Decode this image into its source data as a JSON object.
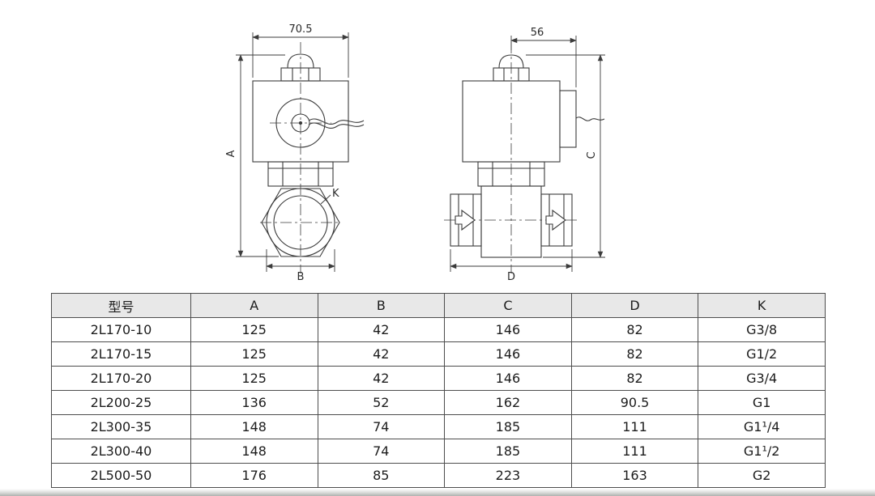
{
  "drawing": {
    "front": {
      "top_dim": "70.5",
      "height_dim": "A",
      "width_dim": "B",
      "thread_dim": "K"
    },
    "side": {
      "top_dim": "56",
      "height_dim": "C",
      "width_dim": "D"
    }
  },
  "table": {
    "headers": [
      "型号",
      "A",
      "B",
      "C",
      "D",
      "K"
    ],
    "rows": [
      [
        "2L170-10",
        "125",
        "42",
        "146",
        "82",
        "G3/8"
      ],
      [
        "2L170-15",
        "125",
        "42",
        "146",
        "82",
        "G1/2"
      ],
      [
        "2L170-20",
        "125",
        "42",
        "146",
        "82",
        "G3/4"
      ],
      [
        "2L200-25",
        "136",
        "52",
        "162",
        "90.5",
        "G1"
      ],
      [
        "2L300-35",
        "148",
        "74",
        "185",
        "111",
        "G1¹/4"
      ],
      [
        "2L300-40",
        "148",
        "74",
        "185",
        "111",
        "G1¹/2"
      ],
      [
        "2L500-50",
        "176",
        "85",
        "223",
        "163",
        "G2"
      ]
    ]
  },
  "colors": {
    "line": "#3b3b3b",
    "table_border": "#4d4d4d",
    "header_bg": "#e8e8e8"
  }
}
